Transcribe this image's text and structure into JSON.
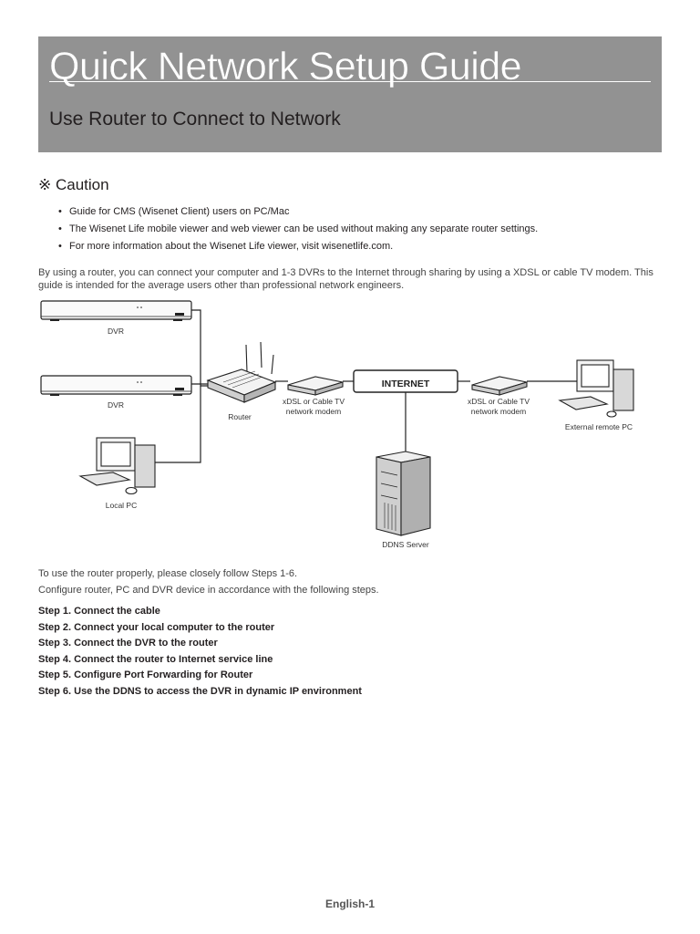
{
  "header": {
    "title": "Quick Network Setup Guide",
    "subtitle": "Use Router to Connect to Network"
  },
  "caution": {
    "heading": "※ Caution",
    "items": [
      "Guide for CMS (Wisenet Client) users on PC/Mac",
      "The Wisenet Life mobile viewer and web viewer can be used without making any separate router settings.",
      "For more information about the Wisenet Life viewer, visit wisenetlife.com."
    ]
  },
  "intro": "By using a router, you can connect your computer and 1-3 DVRs to the Internet through sharing by using a XDSL or cable TV modem. This guide is intended for the average users other than professional network engineers.",
  "diagram": {
    "dvr1_label": "DVR",
    "dvr2_label": "DVR",
    "router_label": "Router",
    "modem_left_label_1": "xDSL or Cable TV",
    "modem_left_label_2": "network modem",
    "internet_label": "INTERNET",
    "modem_right_label_1": "xDSL or Cable TV",
    "modem_right_label_2": "network modem",
    "remote_pc_label": "External remote PC",
    "local_pc_label": "Local PC",
    "ddns_label": "DDNS Server"
  },
  "after": {
    "line1": "To use the router properly, please closely follow Steps 1-6.",
    "line2": "Configure router, PC and DVR device in accordance with the following steps."
  },
  "steps": [
    "Step 1. Connect the cable",
    "Step 2. Connect your local computer to the router",
    "Step 3. Connect the DVR to the router",
    "Step 4. Connect the router to Internet service line",
    "Step 5. Configure Port Forwarding for Router",
    "Step 6. Use the DDNS to access the DVR in dynamic IP environment"
  ],
  "footer": "English-1"
}
